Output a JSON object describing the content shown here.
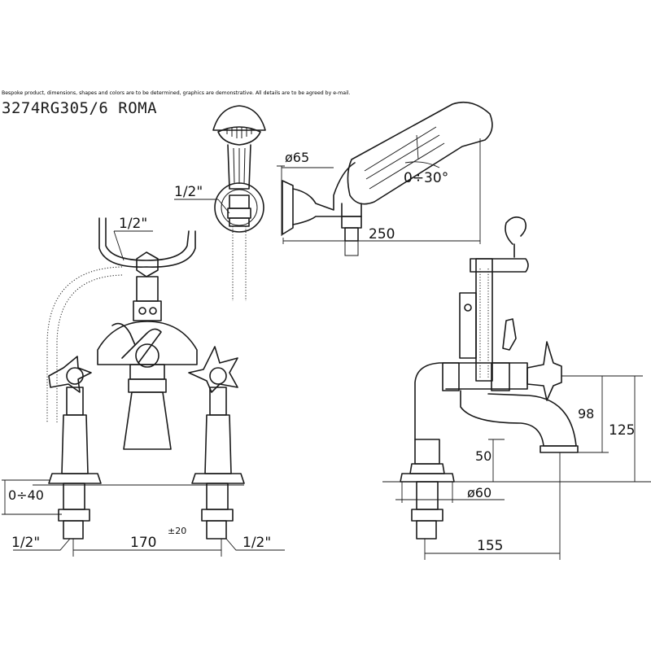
{
  "header": {
    "disclaimer": "Bespoke product, dimensions, shapes and colors are to be determined, graphics are demonstrative. All details are to be agreed by e-mail.",
    "product_code": "3274RG305/6  ROMA"
  },
  "dimensions": {
    "thread_top": "1/2\"",
    "thread_shower": "1/2\"",
    "thread_left": "1/2\"",
    "thread_right": "1/2\"",
    "diameter_wall": "ø65",
    "angle": "0÷30°",
    "length_250": "250",
    "adjust": "0÷40",
    "centres": "170",
    "tolerance": "±20",
    "h98": "98",
    "h125": "125",
    "h50": "50",
    "diameter_base": "ø60",
    "projection": "155"
  }
}
